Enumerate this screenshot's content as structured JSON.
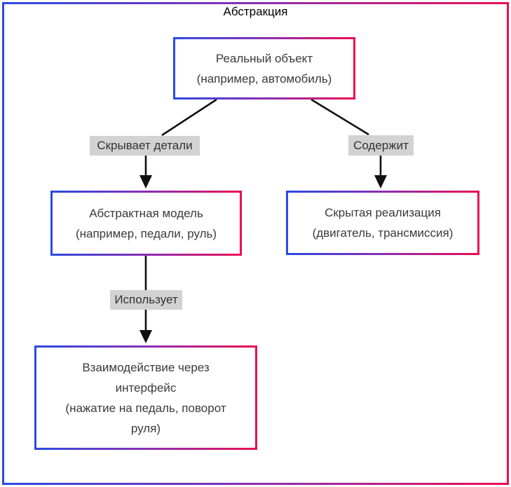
{
  "diagram": {
    "title": "Абстракция",
    "nodes": {
      "real_object": {
        "lines": [
          "Реальный объект",
          "(например, автомобиль)"
        ]
      },
      "abstract_model": {
        "lines": [
          "Абстрактная модель",
          "(например, педали, руль)"
        ]
      },
      "hidden_implementation": {
        "lines": [
          "Скрытая реализация",
          "(двигатель, трансмиссия)"
        ]
      },
      "interface_interaction": {
        "lines": [
          "Взаимодействие через",
          "интерфейс",
          "(нажатие на педаль, поворот",
          "руля)"
        ]
      }
    },
    "edges": {
      "hides_details": "Скрывает детали",
      "contains": "Содержит",
      "uses": "Использует"
    },
    "colors": {
      "gradient_start": "#2b4ae2",
      "gradient_mid": "#8c2cb0",
      "gradient_end": "#ea0e53",
      "label_bg": "#d2d2d2",
      "label_text": "#333333",
      "node_text": "#3a3a3a",
      "connector": "#111111"
    }
  }
}
